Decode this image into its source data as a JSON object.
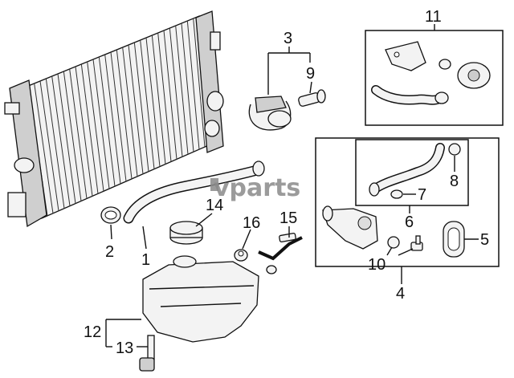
{
  "watermark_text": "vparts",
  "callouts": {
    "c1": "1",
    "c2": "2",
    "c3": "3",
    "c4": "4",
    "c5": "5",
    "c6": "6",
    "c7": "7",
    "c8": "8",
    "c9": "9",
    "c10": "10",
    "c11": "11",
    "c12": "12",
    "c13": "13",
    "c14": "14",
    "c15": "15",
    "c16": "16"
  }
}
